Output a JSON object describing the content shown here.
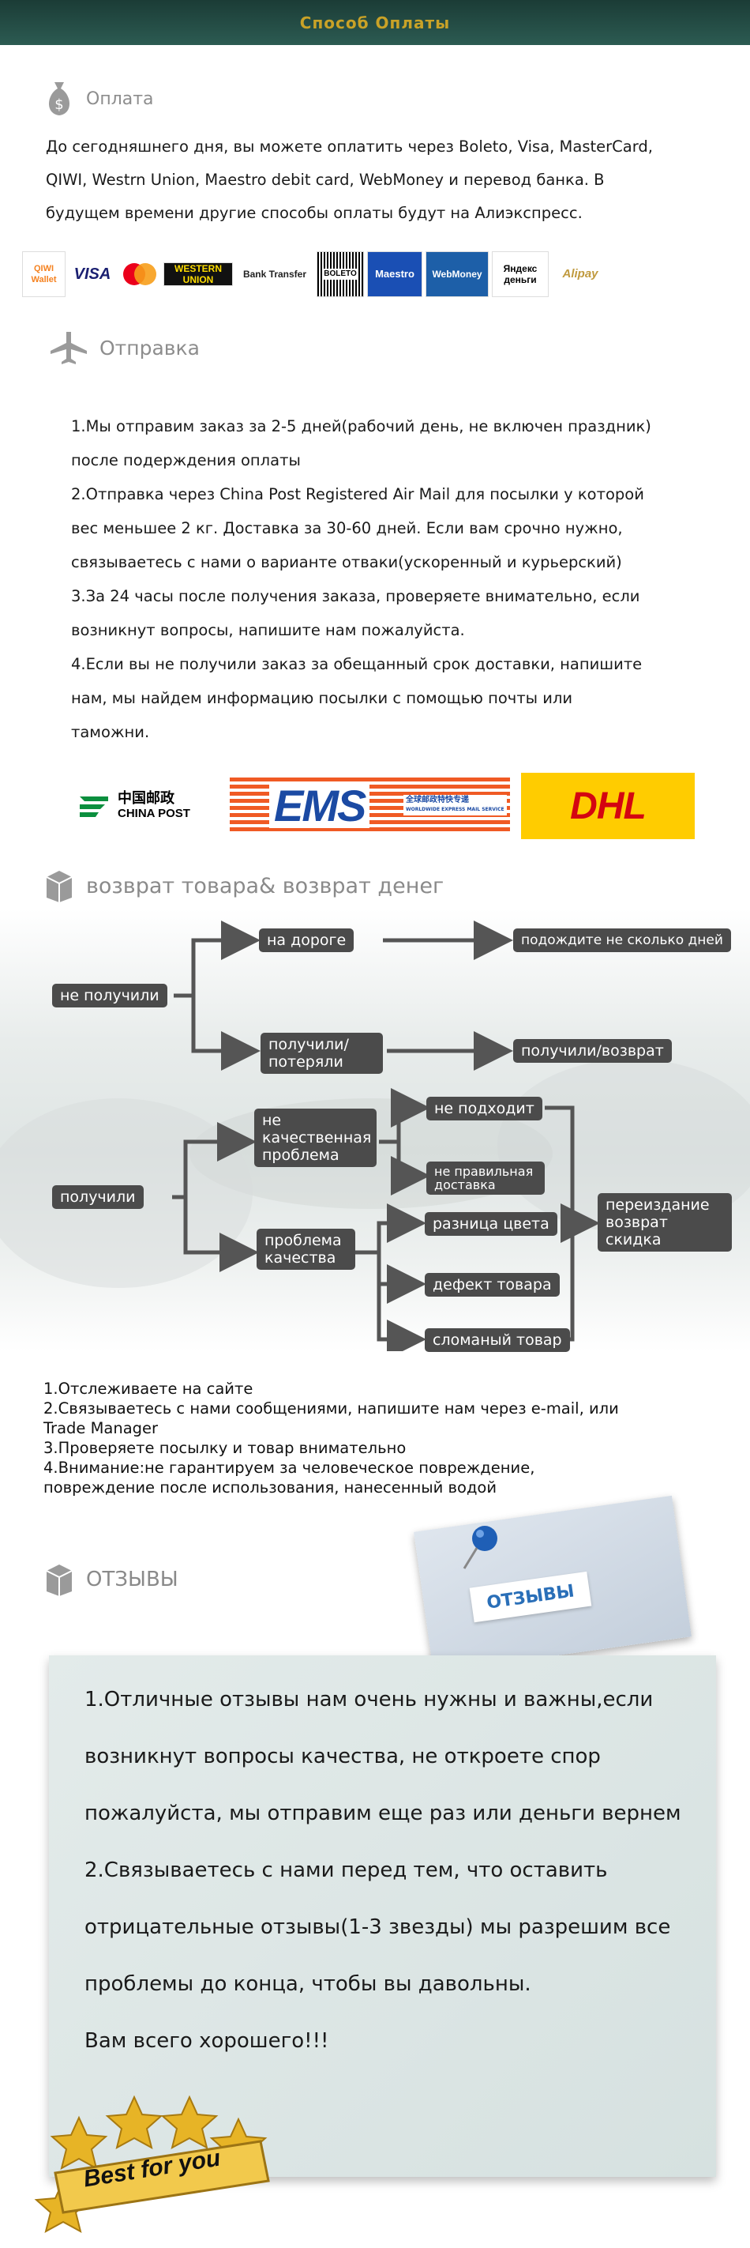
{
  "header": {
    "title": "Способ Оплаты"
  },
  "payment": {
    "heading": "Оплата",
    "text_lines": [
      "До сегодняшнего дня, вы можете оплатить через Boleto, Visa, MasterCard,",
      "QIWI, Westrn Union, Maestro debit card, WebMoney и перевод банка. В",
      "будущем времени другие способы оплаты будут на Алиэкспресс."
    ],
    "logos": [
      "QIWI Wallet",
      "VISA",
      "MasterCard",
      "WESTERN UNION",
      "Bank Transfer",
      "BOLETO",
      "Maestro",
      "WebMoney",
      "Яндекс деньги",
      "Alipay"
    ]
  },
  "shipping": {
    "heading": "Отправка",
    "text_lines": [
      "1.Мы отправим заказ за 2-5 дней(рабочий день, не включен праздник)",
      "после подерждения оплаты",
      "2.Отправка через China Post Registered Air Mail для посылки у которой",
      "вес меньшее 2 кг. Доставка  за 30-60 дней. Если вам срочно нужно,",
      "связываетесь с нами о варианте отваки(ускоренный и курьерский)",
      "3.За 24 часы после получения заказа, проверяете внимательно, если",
      "возникнут вопросы, напишите нам пожалуйста.",
      "4.Если вы не получили заказ за обещанный срок доставки, напишите",
      "нам, мы найдем информацию посылки с помощью почты или",
      "таможни."
    ],
    "carriers": {
      "china_post": {
        "cn": "中国邮政",
        "en": "CHINA POST"
      },
      "ems": {
        "main": "EMS",
        "cn": "全球邮政特快专递",
        "en": "WORLDWIDE EXPRESS MAIL SERVICE"
      },
      "dhl": "DHL"
    }
  },
  "returns": {
    "heading": "возврат товара& возврат денег",
    "flow": {
      "not_received": "не получили",
      "on_way": "на дороге",
      "wait": "подождите не сколько дней",
      "received_lost": "получили/ потеряли",
      "received_return": "получили/возврат",
      "received": "получили",
      "bad_problem": "не качественная проблема",
      "not_fit": "не подходит",
      "wrong_delivery": "не правильная доставка",
      "quality_problem": "проблема качества",
      "color_diff": "разница цвета",
      "defect": "дефект товара",
      "broken": "сломаный товар",
      "result": "переиздание возврат скидка"
    },
    "notes": [
      "1.Отслеживаете на сайте",
      "2.Связываетесь с нами сообщениями, напишите нам через e-mail, или",
      "Trade Manager",
      "3.Проверяете посылку и товар внимательно",
      "4.Внимание:не гарантируем за человеческое повреждение,",
      "повреждение после использования, нанесенный водой"
    ]
  },
  "reviews": {
    "heading": "ОТЗЫВЫ",
    "photo_label": "ОТЗЫВЫ",
    "lines": [
      "1.Отличные отзывы нам очень нужны и важны,если",
      "возникнут вопросы качества, не откроете спор",
      "пожалуйста, мы отправим еще раз или деньги вернем",
      "2.Связываетесь с нами перед тем, что оставить",
      "отрицательные отзывы(1-3 звезды) мы разрешим все",
      "проблемы до конца, чтобы вы давольны.",
      "Вам всего хорошего!!!"
    ],
    "badge": "Best for you"
  },
  "colors": {
    "header_bg": "#1f4640",
    "header_text": "#c9a227",
    "box": "#4b4b4b",
    "ems_orange": "#f05a24",
    "ems_blue": "#1b4aa3",
    "dhl_yellow": "#ffcc00",
    "dhl_red": "#d40511"
  }
}
